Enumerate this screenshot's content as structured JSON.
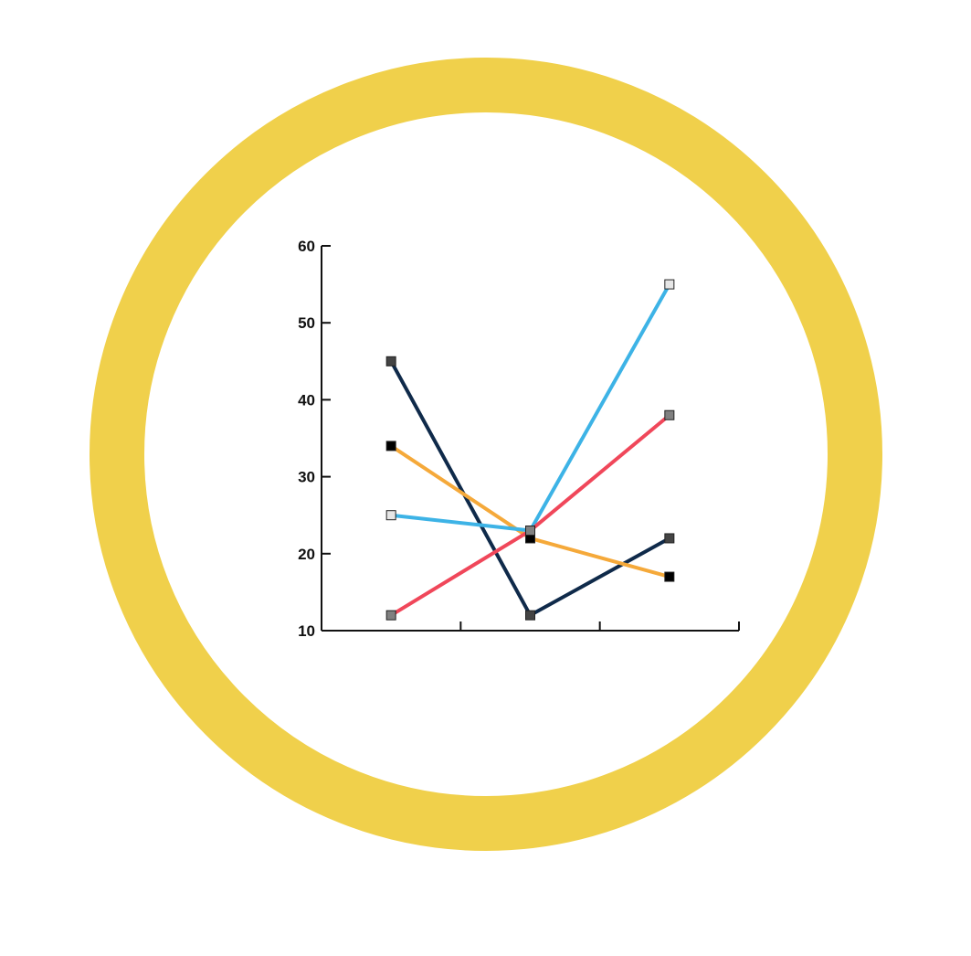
{
  "ring": {
    "color": "#F0D04B"
  },
  "chart_data": {
    "type": "line",
    "title": "",
    "xlabel": "",
    "ylabel": "",
    "categories": [
      "",
      "",
      ""
    ],
    "ylim": [
      10,
      60
    ],
    "yticks": [
      "10",
      "20",
      "30",
      "40",
      "50",
      "60"
    ],
    "grid": false,
    "axis_color": "#111111",
    "series": [
      {
        "color": "#0F2A4A",
        "marker_fill": "#444444",
        "values": [
          45,
          12,
          22
        ]
      },
      {
        "color": "#F5A93A",
        "marker_fill": "#000000",
        "values": [
          34,
          22,
          17
        ]
      },
      {
        "color": "#3DB3E6",
        "marker_fill": "#E6E6E6",
        "values": [
          25,
          23,
          55
        ]
      },
      {
        "color": "#F0475A",
        "marker_fill": "#808080",
        "values": [
          12,
          23,
          38
        ]
      }
    ]
  }
}
